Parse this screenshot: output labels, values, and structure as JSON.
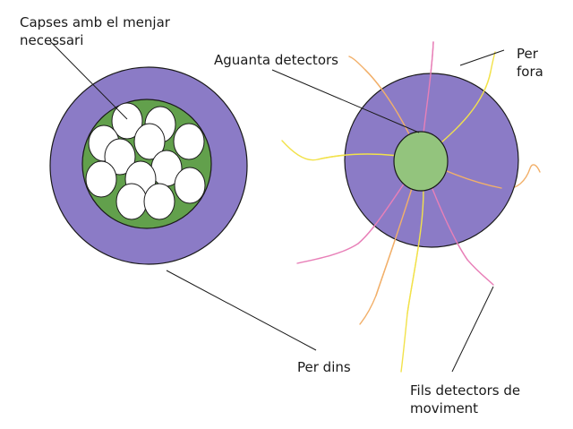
{
  "labels": {
    "capsules": [
      "Capses amb el menjar",
      "necessari"
    ],
    "per_dins": "Per dins",
    "aguanta": "Aguanta detectors",
    "per_fora": [
      "Per",
      "fora"
    ],
    "fils": [
      "Fils detectors de",
      "moviment"
    ]
  },
  "colors": {
    "outer_ring": "#8b7bc6",
    "inner_green": "#62a04c",
    "center_green": "#93c47d",
    "capsule": "#ffffff",
    "outline": "#1a1a1a",
    "wire_yellow": "#f2e24b",
    "wire_pink": "#e880b8",
    "wire_orange": "#f2b06a"
  }
}
